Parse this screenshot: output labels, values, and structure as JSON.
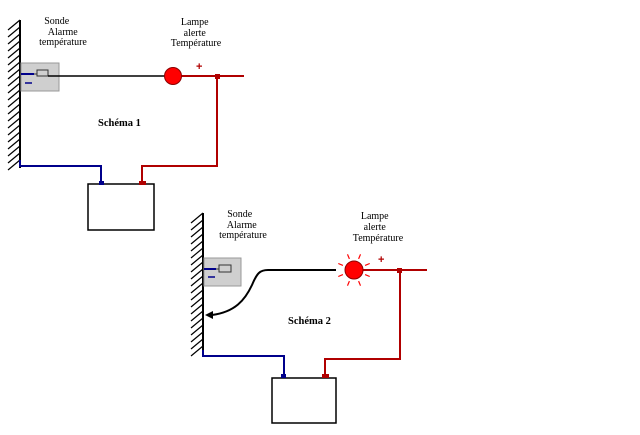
{
  "colors": {
    "wire_black": "#000000",
    "wire_red": "#b00000",
    "wire_blue": "#00008b",
    "lamp_red": "#ff0000",
    "sensor_gray": "#cfcfcf"
  },
  "schema1": {
    "title": "Schéma 1",
    "sensor_label": [
      "Sonde",
      "Alarme",
      "température"
    ],
    "lamp_label": [
      "Lampe",
      "alerte",
      "Température"
    ],
    "plus_sign": "+",
    "lamp_state": "off"
  },
  "schema2": {
    "title": "Schéma 2",
    "sensor_label": [
      "Sonde",
      "Alarme",
      "température"
    ],
    "lamp_label": [
      "Lampe",
      "alerte",
      "Température"
    ],
    "plus_sign": "+",
    "lamp_state": "lit"
  }
}
